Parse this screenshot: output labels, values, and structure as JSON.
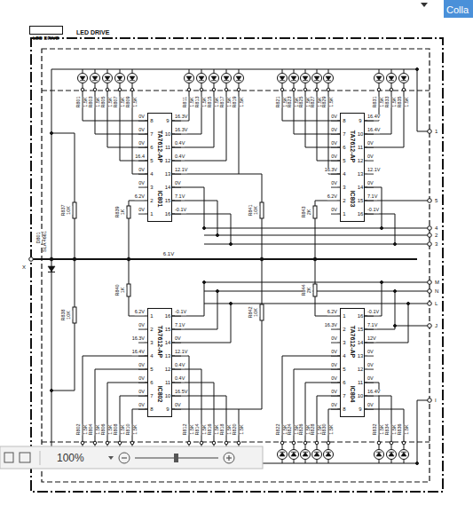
{
  "diagram": {
    "title": "LED DRIVE",
    "nodes": [
      {
        "text": [
          "LED DRIVE"
        ]
      },
      {
        "text": [
          "TA7612-AP",
          "IC801"
        ]
      },
      {
        "text": [
          "TA7612-AP",
          "IC803"
        ]
      },
      {
        "text": [
          "TA7612-AP",
          "IC802"
        ]
      },
      {
        "text": [
          "TA7612-AP",
          "IC804"
        ]
      }
    ],
    "labels": [
      "R801",
      "1.5K",
      "R803",
      "1.5K",
      "R805",
      "1.5K",
      "R807",
      "1.5K",
      "R809",
      "1.5K",
      "R811",
      "1.5K",
      "R813",
      "1.5K",
      "R815",
      "1.5K",
      "R817",
      "1.5K",
      "R819",
      "1.5K",
      "R821",
      "1.5K",
      "R823",
      "1.5K",
      "R825",
      "1.5K",
      "R827",
      "1.5K",
      "R829",
      "1.5K",
      "R831",
      "1.5K",
      "R833",
      "1.5K",
      "R835",
      "1.5K",
      "R802",
      "1.5K",
      "R804",
      "1.5K",
      "R806",
      "1.5K",
      "R808",
      "1.5K",
      "R810",
      "1.5K",
      "R812",
      "1.5K",
      "R814",
      "1.5K",
      "R816",
      "1.5K",
      "R818",
      "1.5K",
      "R820",
      "1.5K",
      "R822",
      "1.5K",
      "R824",
      "1.5K",
      "R826",
      "1.5K",
      "R828",
      "1.5K",
      "R830",
      "1.5K",
      "R832",
      "1.5K",
      "R834",
      "1.5K",
      "R836",
      "1.5K",
      "8",
      "7",
      "6",
      "5",
      "4",
      "3",
      "2",
      "1",
      "9",
      "10",
      "11",
      "12",
      "13",
      "14",
      "15",
      "16",
      "1",
      "2",
      "3",
      "4",
      "5",
      "6",
      "7",
      "8",
      "16",
      "15",
      "14",
      "13",
      "12",
      "11",
      "10",
      "9",
      "8",
      "7",
      "6",
      "5",
      "4",
      "3",
      "2",
      "1",
      "9",
      "10",
      "11",
      "12",
      "13",
      "14",
      "15",
      "16",
      "1",
      "2",
      "3",
      "4",
      "5",
      "6",
      "7",
      "8",
      "16",
      "15",
      "14",
      "13",
      "12",
      "11",
      "10",
      "9",
      "0V",
      "0V",
      "0V",
      "16.4",
      "0V",
      "0V",
      "6.2V",
      "0V",
      "16.3V",
      "16.3V",
      "0.4V",
      "0.4V",
      "12.1V",
      "0V",
      "7.1V",
      "-0.1V",
      "6.2V",
      "0V",
      "16.3V",
      "16.4V",
      "0V",
      "0V",
      "0V",
      "0V",
      "-0.1V",
      "7.1V",
      "0V",
      "12.1V",
      "0.4V",
      "0.4V",
      "16.5V",
      "0V",
      "0V",
      "0V",
      "0V",
      "0V",
      "16.3V",
      "0V",
      "6.2V",
      "0V",
      "16.4V",
      "16.4V",
      "0V",
      "0V",
      "12.1V",
      "0V",
      "7.1V",
      "-0.1V",
      "6.2V",
      "16.3V",
      "0V",
      "0V",
      "0V",
      "0V",
      "0V",
      "0V",
      "-0.1V",
      "7.1V",
      "12V",
      "0V",
      "0V",
      "0V",
      "16.4V",
      "0V",
      "R837",
      "10K",
      "R838",
      "10K",
      "R839",
      "1K",
      "R840",
      "1K",
      "R841",
      "10K",
      "R842",
      "10K",
      "R843",
      "2K",
      "R844",
      "2K",
      "D801",
      "SLA 4661",
      "6.1V",
      "1",
      "5",
      "4",
      "2",
      "3",
      "M",
      "N",
      "L",
      "J",
      "I",
      "X",
      "100%",
      "Colla"
    ]
  }
}
